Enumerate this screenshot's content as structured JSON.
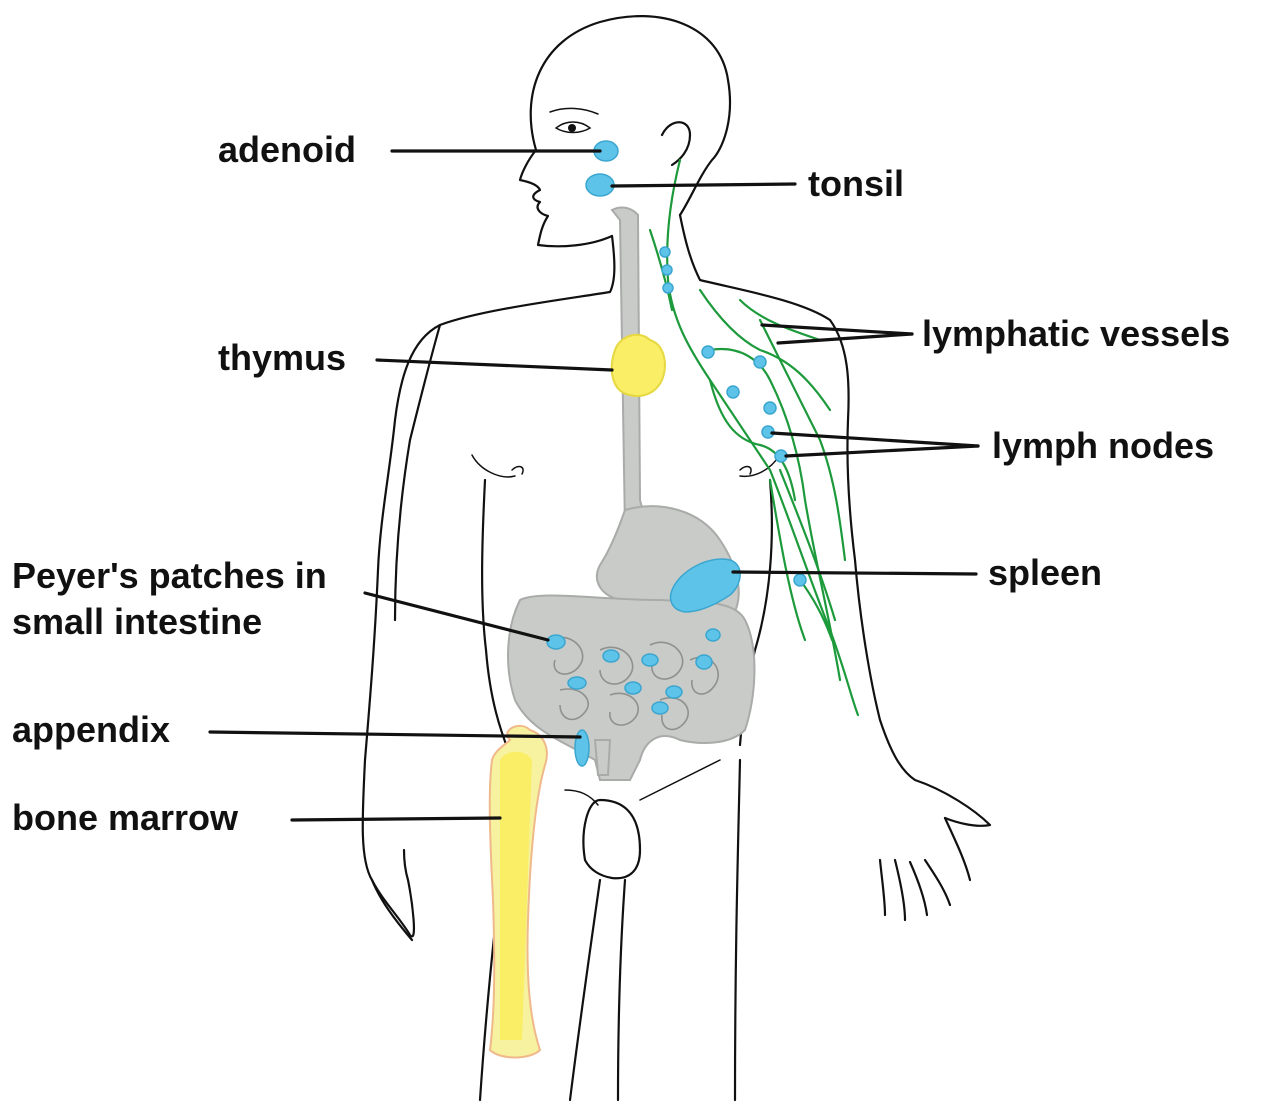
{
  "labels": {
    "adenoid": "adenoid",
    "tonsil": "tonsil",
    "lymphatic_vessels": "lymphatic vessels",
    "thymus": "thymus",
    "lymph_nodes": "lymph nodes",
    "spleen": "spleen",
    "peyers_line1": "Peyer's patches in",
    "peyers_line2": "small intestine",
    "appendix": "appendix",
    "bone_marrow": "bone marrow"
  },
  "colors": {
    "lymphoid_tissue": "#5ec3e8",
    "thymus": "#f9ee66",
    "lymphatic_vessels": "#1d9a3b",
    "digestive_tract": "#c9cbc9",
    "bone": "#f7f2a0",
    "outline": "#111111"
  }
}
